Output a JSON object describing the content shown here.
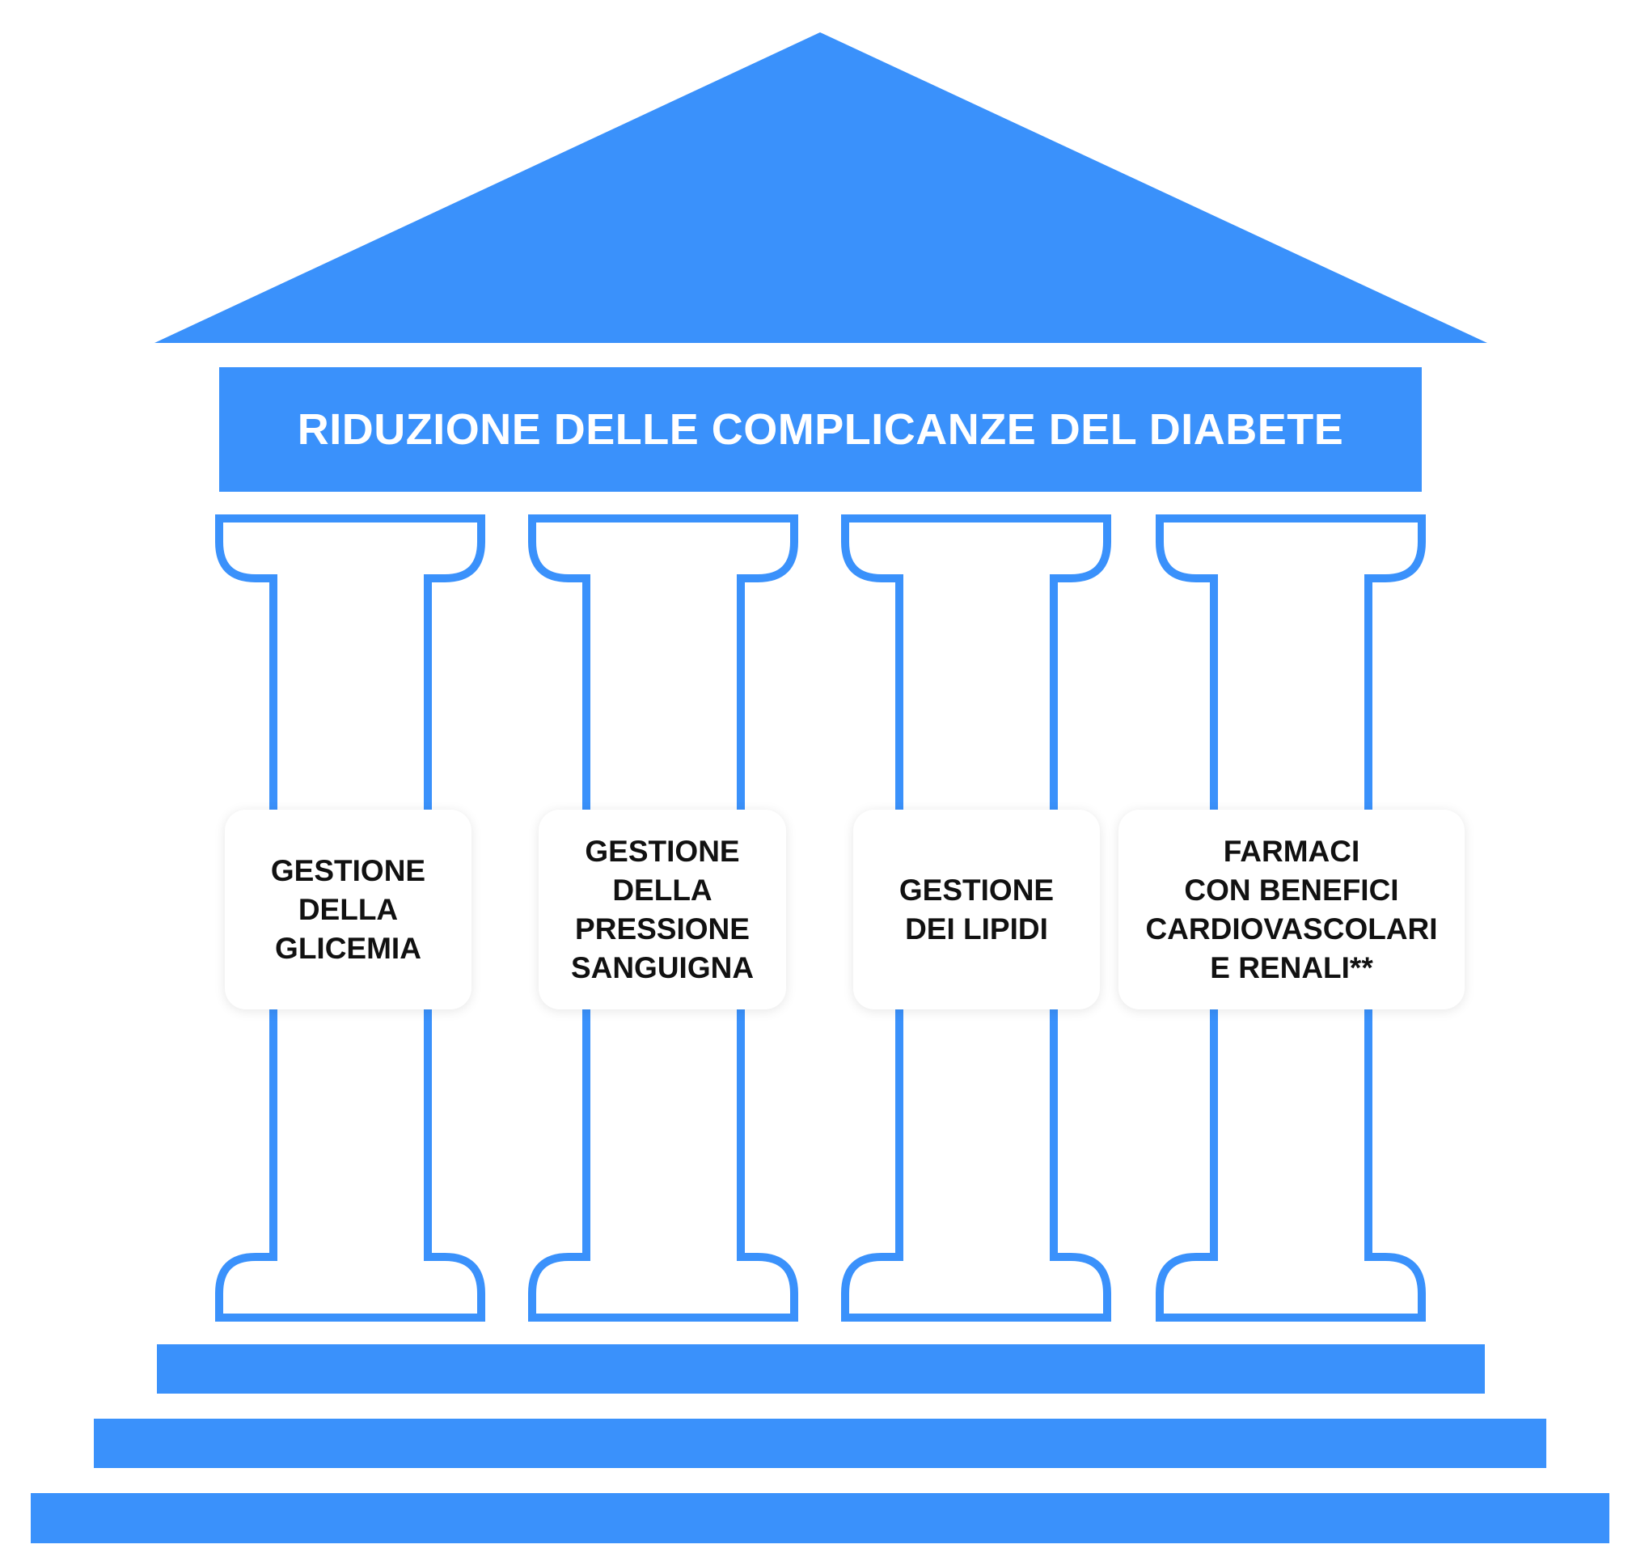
{
  "colors": {
    "primary": "#3a91fb",
    "card_text": "#111111",
    "card_bg": "#ffffff"
  },
  "architrave": {
    "title": "RIDUZIONE DELLE COMPLICANZE DEL DIABETE"
  },
  "pillars": [
    {
      "label": "GESTIONE\nDELLA\nGLICEMIA"
    },
    {
      "label": "GESTIONE\nDELLA\nPRESSIONE\nSANGUIGNA"
    },
    {
      "label": "GESTIONE\nDEI LIPIDI"
    },
    {
      "label": "FARMACI\nCON BENEFICI\nCARDIOVASCOLARI\nE RENALI**"
    }
  ]
}
